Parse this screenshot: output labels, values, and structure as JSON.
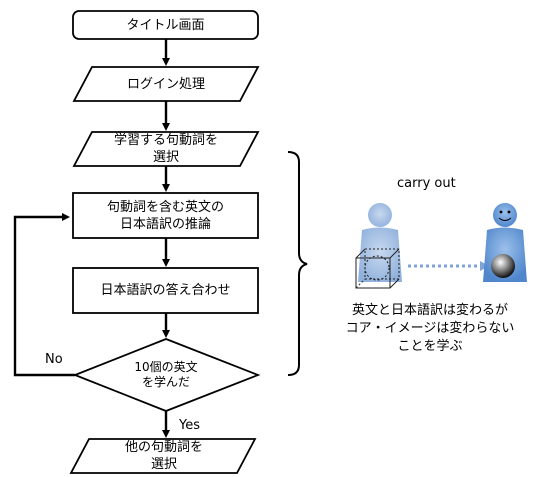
{
  "flowchart": {
    "steps": {
      "title_screen": "タイトル画面",
      "login": "ログイン処理",
      "select_verb": [
        "学習する句動詞を",
        "選択"
      ],
      "infer": [
        "句動詞を含む英文の",
        "日本語訳の推論"
      ],
      "check": "日本語訳の答え合わせ",
      "decision": [
        "10個の英文",
        "を学んだ"
      ],
      "next_verb": [
        "他の句動詞を",
        "選択"
      ]
    },
    "branch_no": "No",
    "branch_yes": "Yes"
  },
  "illustration": {
    "phrase": "carry out",
    "caption": [
      "英文と日本語訳は変わるが",
      "コア・イメージは変わらない",
      "ことを学ぶ"
    ],
    "colors": {
      "figure_light": "#a9c2e2",
      "figure_dark": "#6e9bd3",
      "arrow": "#7fa3d4"
    }
  }
}
